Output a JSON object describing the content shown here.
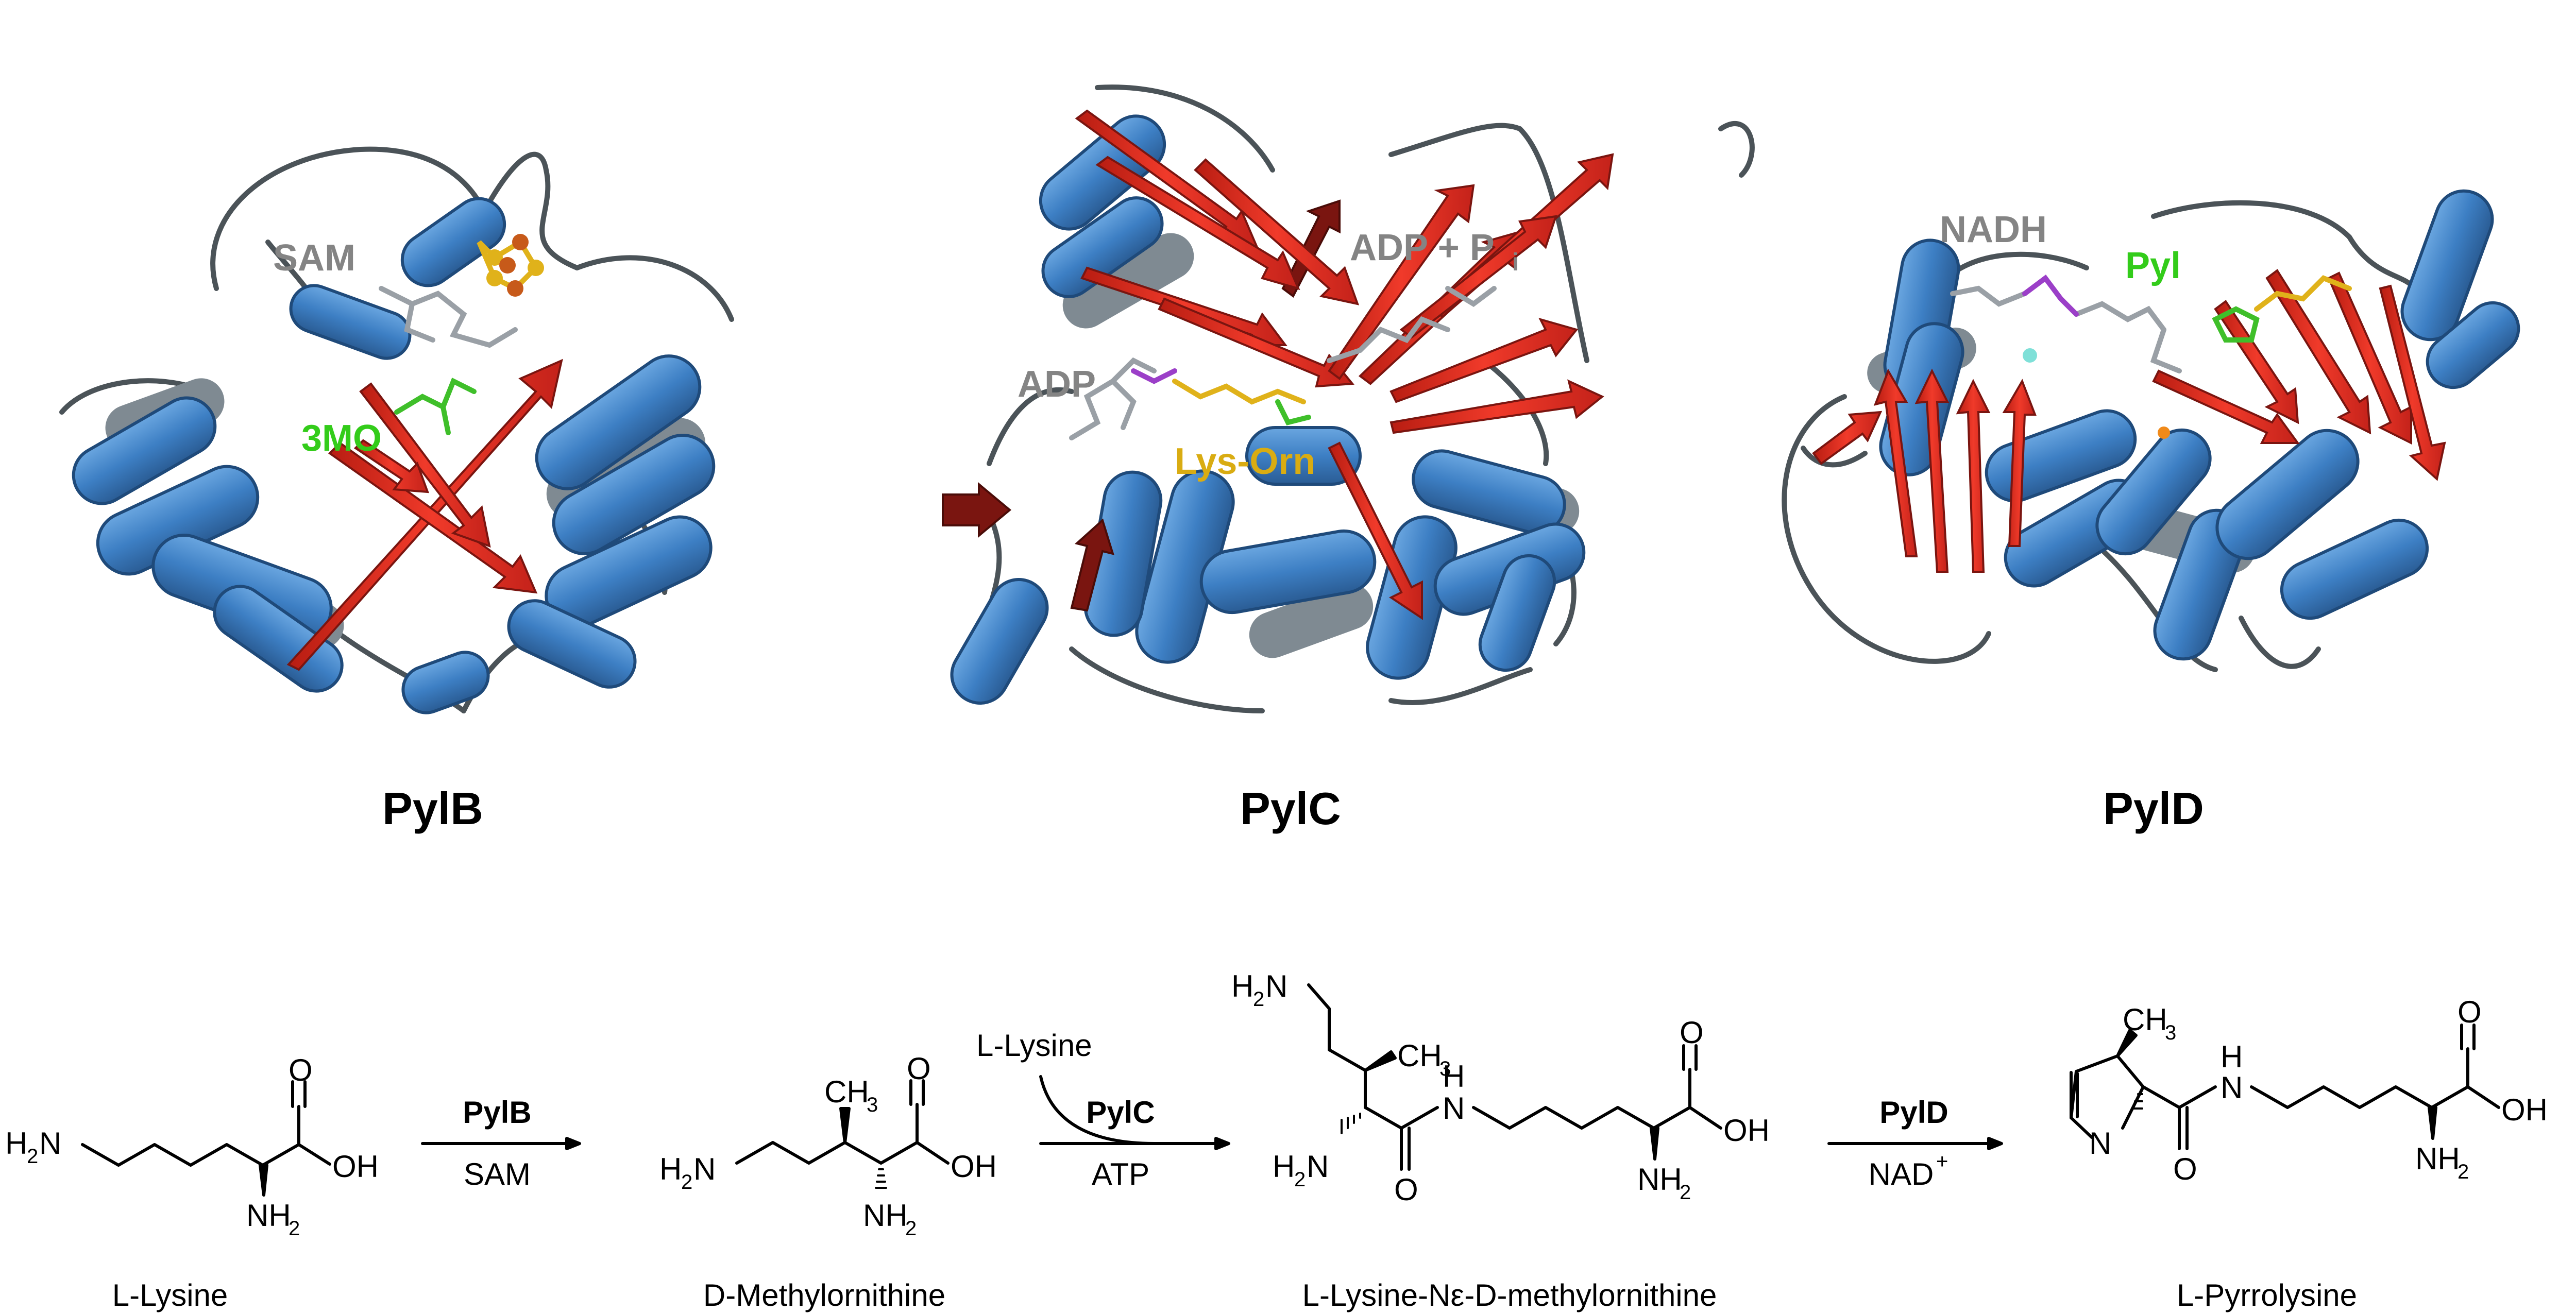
{
  "proteins": [
    {
      "name": "PylB",
      "ligands": [
        "SAM",
        "3MO"
      ]
    },
    {
      "name": "PylC",
      "ligands": [
        "ADP",
        "ADP + P",
        "i",
        "Lys-Orn"
      ]
    },
    {
      "name": "PylD",
      "ligands": [
        "NADH",
        "Pyl"
      ]
    }
  ],
  "colors": {
    "helix": "#3d7fc4",
    "helix_back": "#7f8a92",
    "strand": "#e8291c",
    "strand_dark": "#7a1510",
    "loop": "#4b5358",
    "carbon_gray": "#8a8f94",
    "carbon_yellow": "#e0b21a",
    "carbon_green": "#3fbf2a",
    "label_gray": "#848484",
    "label_green": "#33cc1a",
    "label_yellow": "#d9ac12"
  },
  "pathway": {
    "compounds": [
      {
        "name": "L-Lysine"
      },
      {
        "name": "D-Methylornithine"
      },
      {
        "name": "L-Lysine-Nε-D-methylornithine"
      },
      {
        "name": "L-Pyrrolysine"
      }
    ],
    "steps": [
      {
        "enzyme": "PylB",
        "cofactor": "SAM"
      },
      {
        "enzyme": "PylC",
        "cofactor": "ATP",
        "cosubstrate": "L-Lysine"
      },
      {
        "enzyme": "PylD",
        "cofactor": "NAD",
        "cofactor_sup": "+"
      }
    ],
    "atoms": {
      "H2N_a": "H",
      "H2N_b": "2",
      "H2N_c": "N",
      "NH2_a": "NH",
      "NH2_b": "2",
      "OH": "OH",
      "O": "O",
      "CH3_a": "CH",
      "CH3_b": "3",
      "N": "N",
      "H": "H"
    }
  }
}
